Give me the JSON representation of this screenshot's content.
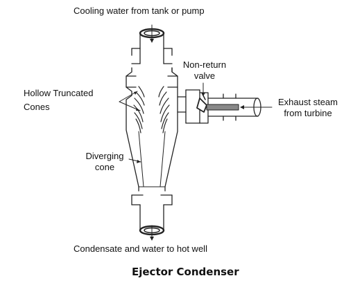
{
  "labels": {
    "top_inlet": "Cooling water from tank or pump",
    "valve_line1": "Non-return",
    "valve_line2": "valve",
    "cones_line1": "Hollow Truncated",
    "cones_line2": "Cones",
    "exhaust_line1": "Exhaust steam",
    "exhaust_line2": "from turbine",
    "diverging_line1": "Diverging",
    "diverging_line2": "cone",
    "bottom_outlet": "Condensate and water to hot well"
  },
  "caption": "Ejector Condenser",
  "colors": {
    "stroke": "#222222",
    "background": "#ffffff",
    "text": "#111111"
  }
}
